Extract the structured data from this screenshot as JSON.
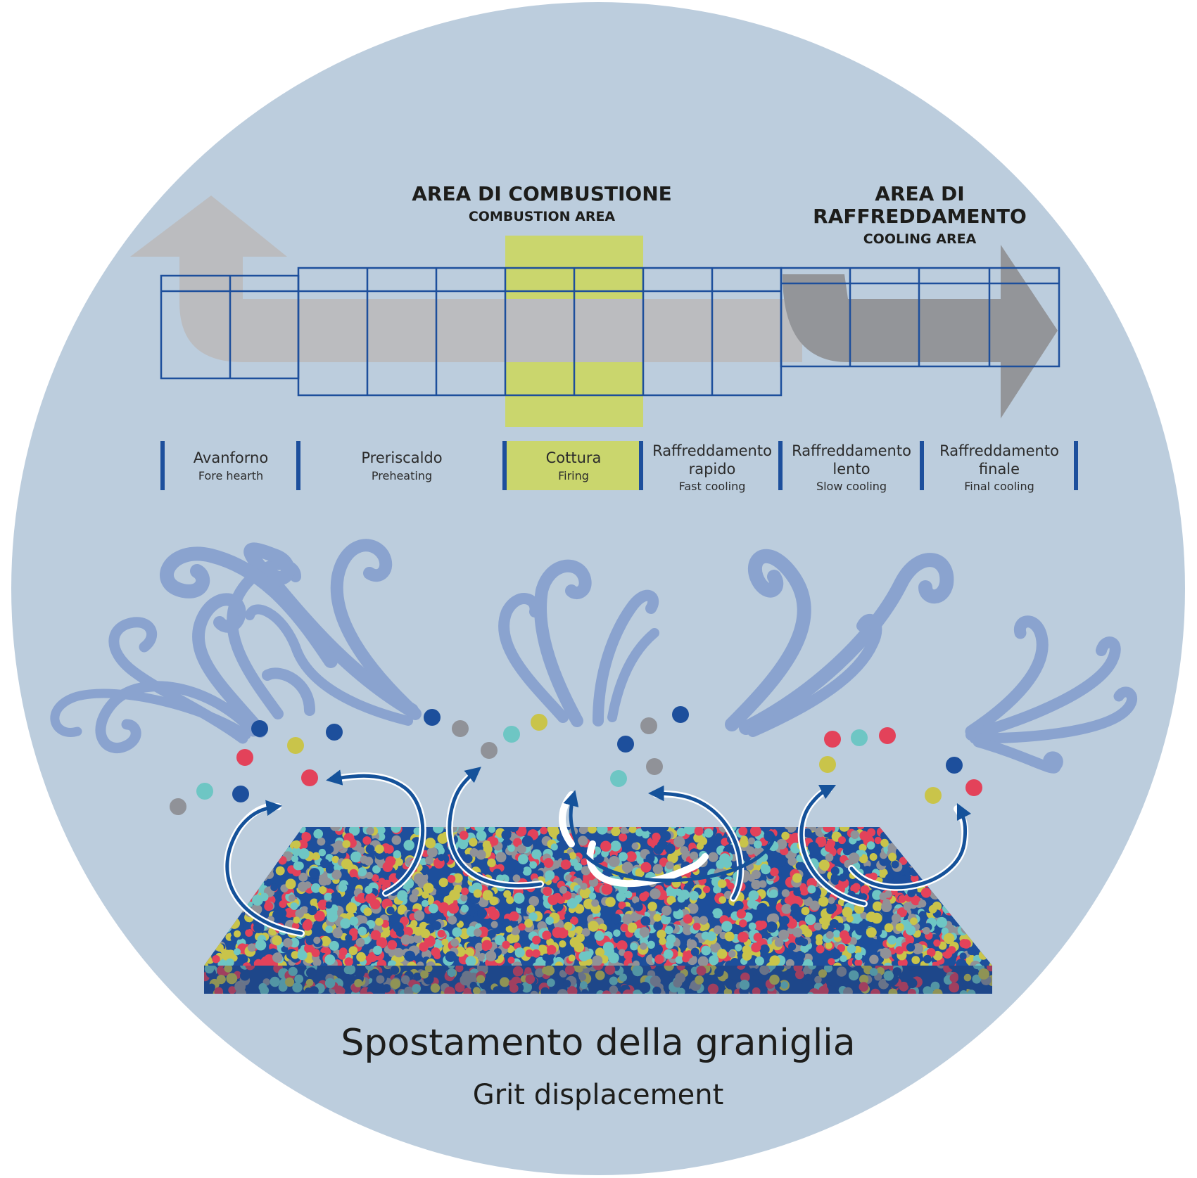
{
  "colors": {
    "circle_bg": "#bccddd",
    "kiln_line": "#1d4f9c",
    "arrow_light": "#bbbcbf",
    "arrow_dark": "#939599",
    "highlight": "#cad66d",
    "swirl": "#8aa3cf",
    "arrow_blue": "#15529a",
    "grit": [
      "#1d4f9c",
      "#e3425a",
      "#c9c44a",
      "#6ec6c4",
      "#909298"
    ]
  },
  "headers": {
    "combustion": {
      "title": "AREA DI COMBUSTIONE",
      "subtitle": "COMBUSTION AREA"
    },
    "cooling": {
      "title_line1": "AREA DI",
      "title_line2": "RAFFREDDAMENTO",
      "subtitle": "COOLING AREA"
    }
  },
  "zones": [
    {
      "it": "Avanforno",
      "en": "Fore hearth"
    },
    {
      "it": "Preriscaldo",
      "en": "Preheating"
    },
    {
      "it": "Cottura",
      "en": "Firing"
    },
    {
      "it_line1": "Raffreddamento",
      "it_line2": "rapido",
      "en": "Fast cooling"
    },
    {
      "it_line1": "Raffreddamento",
      "it_line2": "lento",
      "en": "Slow cooling"
    },
    {
      "it_line1": "Raffreddamento",
      "it_line2": "finale",
      "en": "Final cooling"
    }
  ],
  "caption": {
    "title": "Spostamento della graniglia",
    "subtitle": "Grit displacement"
  }
}
